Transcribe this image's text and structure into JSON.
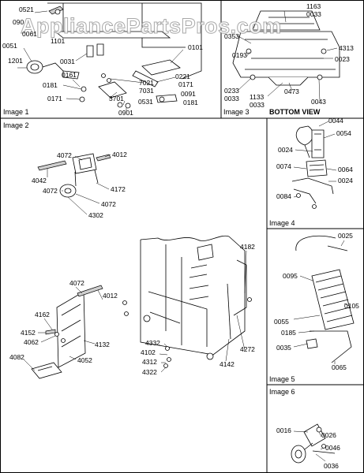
{
  "watermark": "AppliancePartsPros.com",
  "panels": [
    {
      "caption": "Image 1"
    },
    {
      "caption": "Image 2"
    },
    {
      "caption": "Image 3",
      "subcaption": "BOTTOM VIEW"
    },
    {
      "caption": "Image 4"
    },
    {
      "caption": "Image 5"
    },
    {
      "caption": "Image 6"
    }
  ],
  "labels": [
    {
      "text": "0521"
    },
    {
      "text": "090"
    },
    {
      "text": "0061"
    },
    {
      "text": "1101"
    },
    {
      "text": "0051"
    },
    {
      "text": "1201"
    },
    {
      "text": "0031"
    },
    {
      "text": "0161"
    },
    {
      "text": "0181"
    },
    {
      "text": "0171"
    },
    {
      "text": "0101"
    },
    {
      "text": "7021"
    },
    {
      "text": "7031"
    },
    {
      "text": "0221"
    },
    {
      "text": "0171"
    },
    {
      "text": "3701"
    },
    {
      "text": "0531"
    },
    {
      "text": "0091"
    },
    {
      "text": "0181"
    },
    {
      "text": "0901"
    },
    {
      "text": "1163"
    },
    {
      "text": "0033"
    },
    {
      "text": "0353"
    },
    {
      "text": "4313"
    },
    {
      "text": "0193"
    },
    {
      "text": "0023"
    },
    {
      "text": "0233"
    },
    {
      "text": "0033"
    },
    {
      "text": "1133"
    },
    {
      "text": "0033"
    },
    {
      "text": "0473"
    },
    {
      "text": "0043"
    },
    {
      "text": "4072"
    },
    {
      "text": "4012"
    },
    {
      "text": "4042"
    },
    {
      "text": "4072"
    },
    {
      "text": "4172"
    },
    {
      "text": "4072"
    },
    {
      "text": "4302"
    },
    {
      "text": "0044"
    },
    {
      "text": "0054"
    },
    {
      "text": "0024"
    },
    {
      "text": "0074"
    },
    {
      "text": "0064"
    },
    {
      "text": "0024"
    },
    {
      "text": "0084"
    },
    {
      "text": "4182"
    },
    {
      "text": "4072"
    },
    {
      "text": "4012"
    },
    {
      "text": "4162"
    },
    {
      "text": "4152"
    },
    {
      "text": "4062"
    },
    {
      "text": "4132"
    },
    {
      "text": "4082"
    },
    {
      "text": "4052"
    },
    {
      "text": "4332"
    },
    {
      "text": "4102"
    },
    {
      "text": "4312"
    },
    {
      "text": "4322"
    },
    {
      "text": "4142"
    },
    {
      "text": "4272"
    },
    {
      "text": "0025"
    },
    {
      "text": "0095"
    },
    {
      "text": "0105"
    },
    {
      "text": "0055"
    },
    {
      "text": "0185"
    },
    {
      "text": "0035"
    },
    {
      "text": "0065"
    },
    {
      "text": "0016"
    },
    {
      "text": "0026"
    },
    {
      "text": "0046"
    },
    {
      "text": "0036"
    }
  ]
}
